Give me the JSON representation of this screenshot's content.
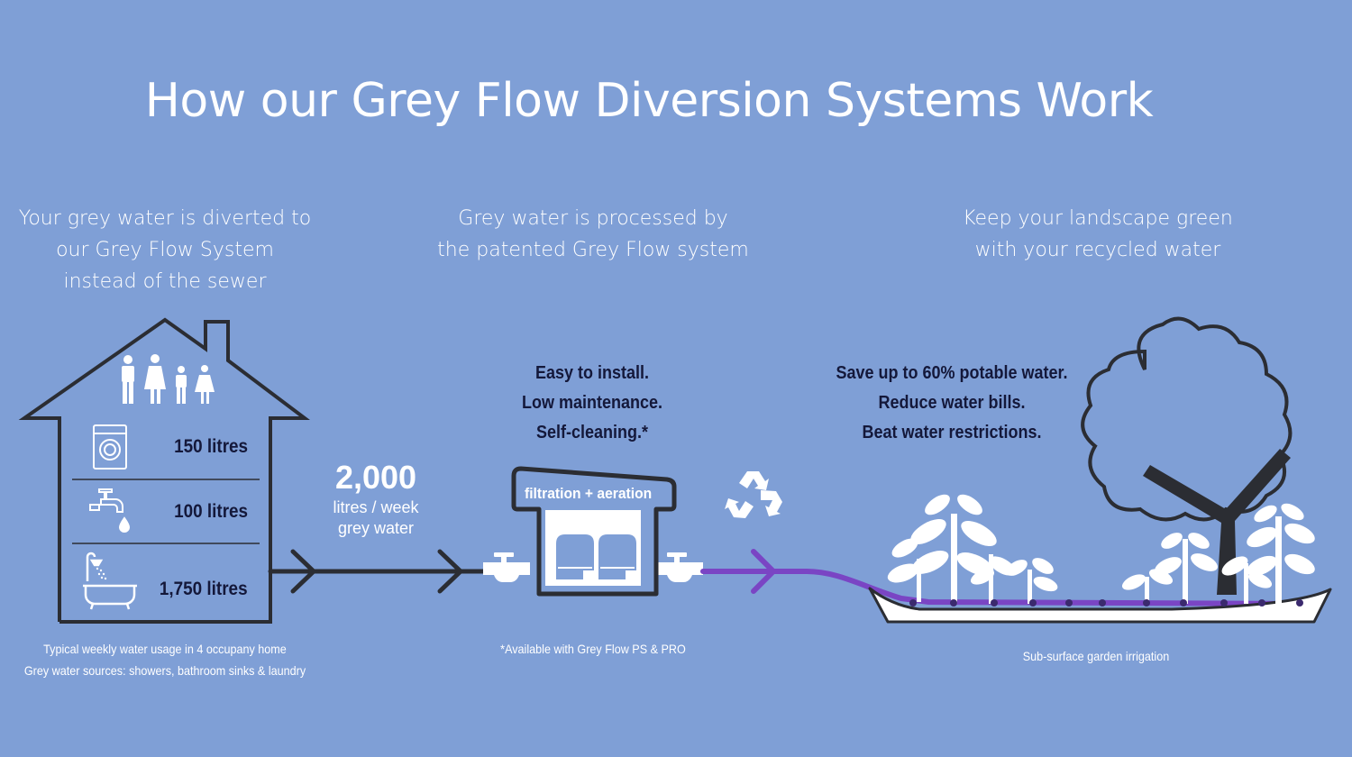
{
  "title": "How our Grey Flow Diversion Systems Work",
  "colors": {
    "background": "#7f9fd6",
    "outline": "#2b2d33",
    "pipe_grey": "#2b2d33",
    "pipe_recycled": "#7a45c4",
    "drip_emitter": "#3b2a6e",
    "text_dark": "#14183a",
    "text_light": "#ffffff"
  },
  "steps": [
    {
      "heading_lines": [
        "Your grey water is diverted to",
        "our Grey Flow System",
        "instead of the sewer"
      ],
      "icons": [
        "family-icon"
      ],
      "usage": [
        {
          "icon": "washing-machine-icon",
          "label": "150 litres"
        },
        {
          "icon": "tap-icon",
          "label": "100 litres"
        },
        {
          "icon": "shower-bath-icon",
          "label": "1,750 litres"
        }
      ],
      "caption_lines": [
        "Typical weekly water usage in 4 occupany home",
        "Grey water sources: showers, bathroom sinks & laundry"
      ]
    },
    {
      "heading_lines": [
        "Grey water is processed by",
        "the patented Grey Flow system"
      ],
      "benefits": [
        "Easy to install.",
        "Low maintenance.",
        "Self-cleaning.*"
      ],
      "unit_label": "filtration + aeration",
      "caption_lines": [
        "*Available with Grey Flow PS & PRO"
      ]
    },
    {
      "heading_lines": [
        "Keep your landscape green",
        "with your recycled water"
      ],
      "benefits": [
        "Save up to 60% potable water.",
        "Reduce water bills.",
        "Beat water restrictions."
      ],
      "icons": [
        "recycle-icon",
        "tree-icon",
        "plants-icon"
      ],
      "caption_lines": [
        "Sub-surface garden irrigation"
      ]
    }
  ],
  "flow": {
    "amount": "2,000",
    "unit_lines": [
      "litres / week",
      "grey water"
    ]
  }
}
